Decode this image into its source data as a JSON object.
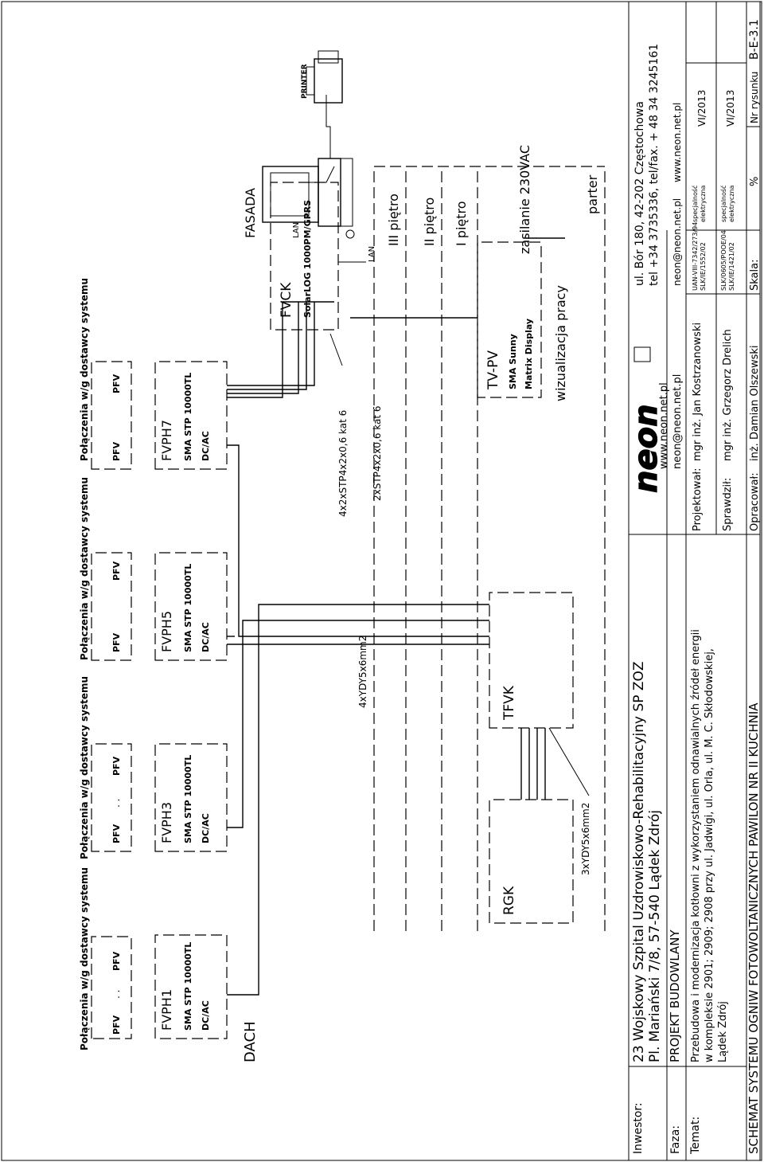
{
  "diagram": {
    "zones": {
      "dach": "DACH",
      "fasada": "FASADA"
    },
    "floors": [
      "III piętro",
      "II piętro",
      "I piętro",
      "parter"
    ],
    "connection_label": "Połączenia w/g dostawcy systemu",
    "pv_label": "PFV",
    "dots": ". .",
    "inverters": [
      {
        "name": "FVPH1",
        "model": "SMA STP 10000TL",
        "type": "DC/AC"
      },
      {
        "name": "FVPH3",
        "model": "SMA STP 10000TL",
        "type": "DC/AC"
      },
      {
        "name": "FVPH5",
        "model": "SMA STP 10000TL",
        "type": "DC/AC"
      },
      {
        "name": "FVPH7",
        "model": "SMA STP 10000TL",
        "type": "DC/AC"
      }
    ],
    "rgk": "RGK",
    "tfvk": "TFVK",
    "fvck": {
      "name": "FVCK",
      "model": "SolarLOG 1000PM/GPRS"
    },
    "tvpv": {
      "name": "TV-PV",
      "line1": "SMA Sunny",
      "line2": "Matrix Display"
    },
    "cables": {
      "c1": "4x2xSTP4x2x0,6  kat 6",
      "c2": "2xSTP4x2x0,6  kat 6",
      "c3": "4xYDY5x6mm2",
      "c4": "3xYDY5x6mm2"
    },
    "lan1": "LAN",
    "lan2": "LAN",
    "printer": "PRINTER",
    "wizualizacja": "wizualizacja pracy",
    "zasilanie": "zasilanie 230VAC"
  },
  "title_block": {
    "inwestor_label": "Inwestor:",
    "inwestor_line1": "23 Wojskowy Szpital Uzdrowiskowo-Rehabilitacyjny SP ZOZ",
    "inwestor_line2": "Pl. Mariański 7/8, 57-540 Lądek Zdrój",
    "faza_label": "Faza:",
    "faza_value": "PROJEKT BUDOWLANY",
    "temat_label": "Temat:",
    "temat_line1": "Przebudowa i modernizacja kotłowni z wykorzystaniem odnawialnych źródeł energii",
    "temat_line2": "w kompleksie 2901; 2909; 2908 przy ul. Jadwigi, ul. Orla, ul. M. C. Skłodowskiej,",
    "temat_line3": "Lądek Zdrój",
    "schemat": "SCHEMAT SYSTEMU OGNIW FOTOWOLTANICZNYCH PAWILON NR II KUCHNIA",
    "company_logo": "neon",
    "company_web": "www.neon.net.pl",
    "company_mail": "neon@neon.net.pl",
    "address": "ul. Bór 180, 42-202 Częstochowa",
    "phone": "tel +34 3735336, tel/fax. + 48 34 3245161",
    "mail2": "neon@neon.net.pl",
    "web2": "www.neon.net.pl",
    "projektowal_label": "Projektował:",
    "projektowal_name": "mgr inż. Jan Kostrzanowski",
    "projektowal_lic": "UAN-VIII-7342/273/94",
    "projektowal_lic2": "SLK/IE/1552/02",
    "spec_label": "specjalność",
    "spec_value": "elektryczna",
    "date1": "VI/2013",
    "sprawdzil_label": "Sprawdził:",
    "sprawdzil_name": "mgr inż. Grzegorz Drelich",
    "sprawdzil_lic": "SLK/0605/POOE/04",
    "sprawdzil_lic2": "SLK/IE/1421/02",
    "date2": "VI/2013",
    "opracowal_label": "Opracował:",
    "opracowal_name": "inż. Damian Olszewski",
    "skala_label": "Skala:",
    "skala_value": "%",
    "nr_label": "Nr rysunku",
    "nr_value": "B-E-3.1"
  }
}
